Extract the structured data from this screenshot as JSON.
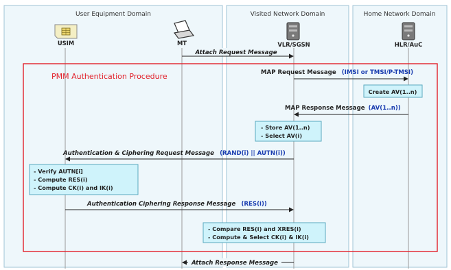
{
  "domains": {
    "user_equipment": "User Equipment Domain",
    "visited_network": "Visited Network Domain",
    "home_network": "Home Network Domain"
  },
  "entities": {
    "usim": "USIM",
    "mt": "MT",
    "vlr_sgsn": "VLR/SGSN",
    "hlr_auc": "HLR/AuC"
  },
  "procedure_title": "PMM Authentication Procedure",
  "messages": {
    "attach_request": "Attach Request Message",
    "map_request": "MAP Request Message",
    "map_request_param": "(IMSI or TMSI/P-TMSI)",
    "map_response": "MAP Response Message",
    "map_response_param": "(AV(1..n))",
    "auth_ciphering_request": "Authentication & Ciphering Request Message",
    "auth_ciphering_request_param": "(RAND(i) || AUTN(i))",
    "auth_ciphering_response": "Authentication Ciphering Response Message",
    "auth_ciphering_response_param": "(RES(i))",
    "attach_response": "Attach Response Message"
  },
  "notes": {
    "create_av": "Create AV(1..n)",
    "store_select": [
      "- Store AV(1..n)",
      "- Select AV(i)"
    ],
    "verify": [
      "- Verify AUTN[i]",
      "- Compute RES(i)",
      "- Compute CK(i) and  IK(i)"
    ],
    "compare": [
      "- Compare RES(i) and XRES(i)",
      "- Compute & Select CK(i) & IK(i)"
    ]
  },
  "colors": {
    "procedure_border": "#e2202a",
    "parameter_text": "#1a3db0",
    "note_fill": "#cff3fb"
  }
}
